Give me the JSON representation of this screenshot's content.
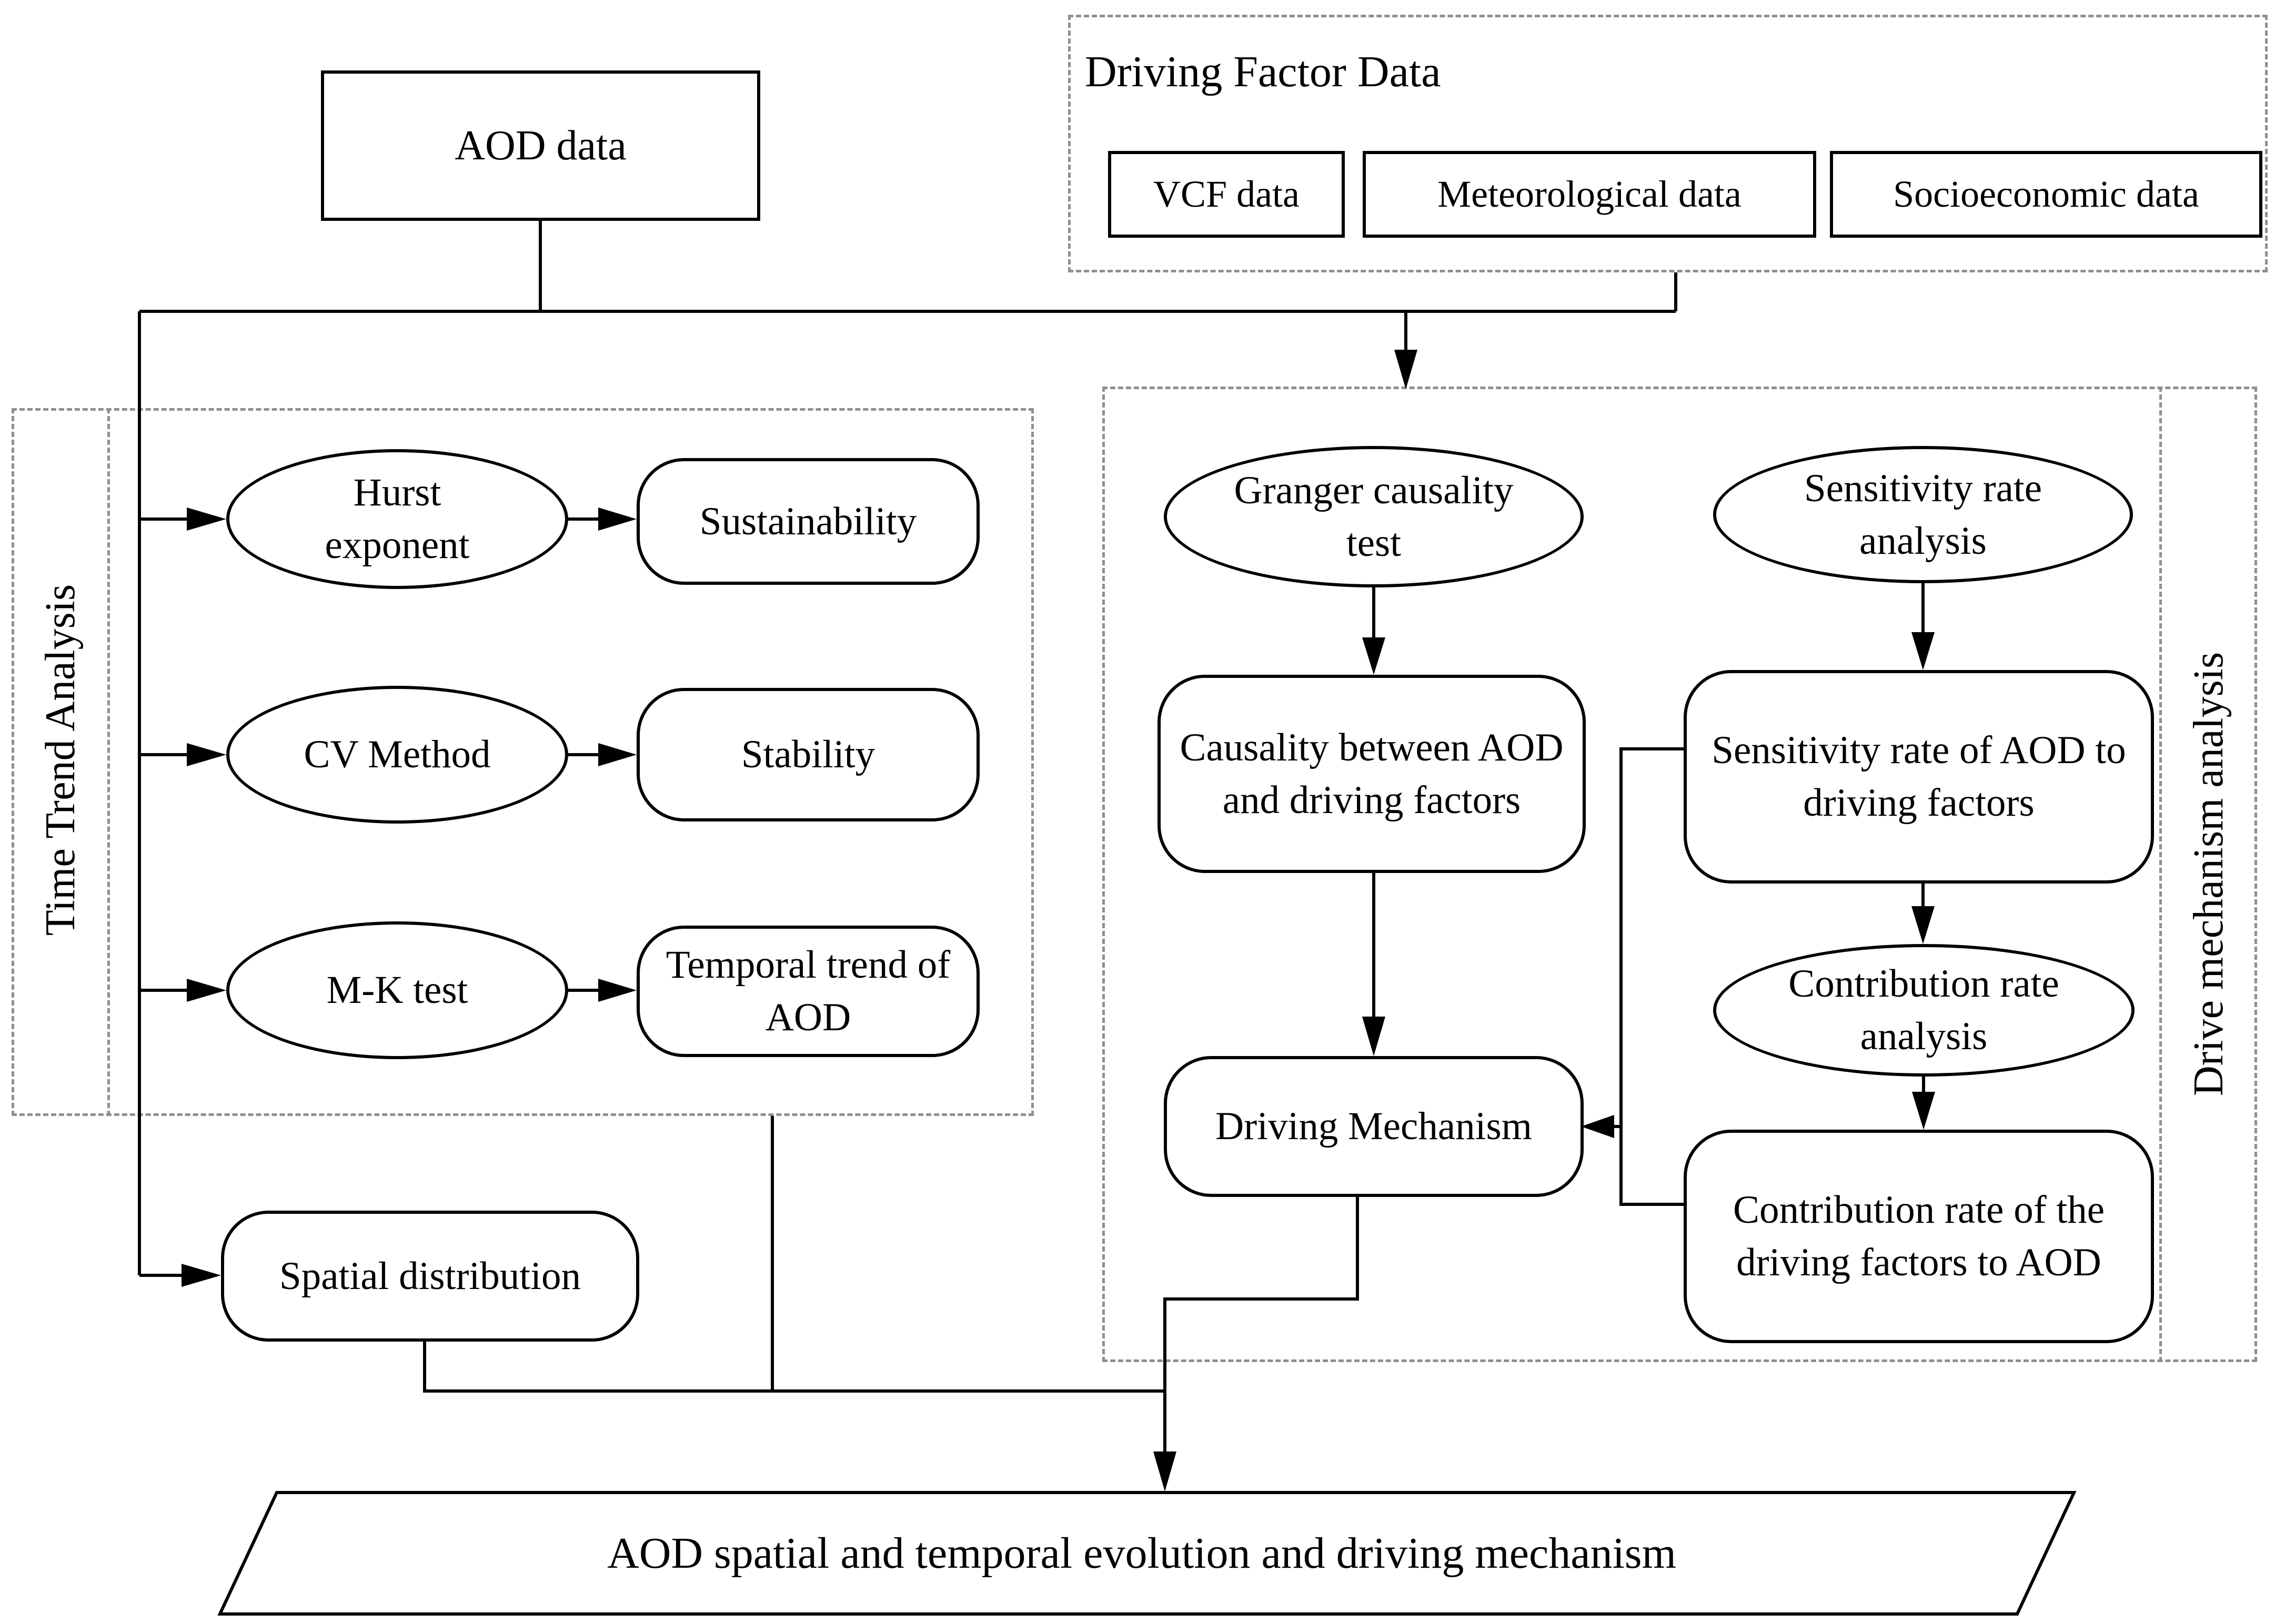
{
  "nodes": {
    "aod_data": {
      "label": "AOD data"
    },
    "driving_factor_group": {
      "title": "Driving Factor Data",
      "items": [
        {
          "label": "VCF data"
        },
        {
          "label": "Meteorological data"
        },
        {
          "label": "Socioeconomic data"
        }
      ]
    },
    "time_trend_group": {
      "label": "Time Trend Analysis"
    },
    "hurst": {
      "label": "Hurst exponent"
    },
    "sustainability": {
      "label": "Sustainability"
    },
    "cv_method": {
      "label": "CV Method"
    },
    "stability": {
      "label": "Stability"
    },
    "mk_test": {
      "label": "M-K test"
    },
    "temporal_trend": {
      "label": "Temporal trend of AOD"
    },
    "spatial_distribution": {
      "label": "Spatial distribution"
    },
    "granger": {
      "label": "Granger causality test"
    },
    "causality": {
      "label": "Causality between AOD and driving factors"
    },
    "driving_mechanism": {
      "label": "Driving Mechanism"
    },
    "sensitivity_analysis": {
      "label": "Sensitivity rate analysis"
    },
    "sensitivity_rate": {
      "label": "Sensitivity rate of AOD to driving factors"
    },
    "contribution_analysis": {
      "label": "Contribution rate analysis"
    },
    "contribution_rate": {
      "label": "Contribution rate of the driving factors to AOD"
    },
    "drive_mechanism_group": {
      "label": "Drive mechanism analysis"
    },
    "result": {
      "label": "AOD spatial and temporal evolution and driving mechanism"
    }
  },
  "colors": {
    "line": "#000000",
    "text": "#000000",
    "dashed_border": "#8f8f8f",
    "node_fill": "#ffffff",
    "background": "#ffffff"
  }
}
